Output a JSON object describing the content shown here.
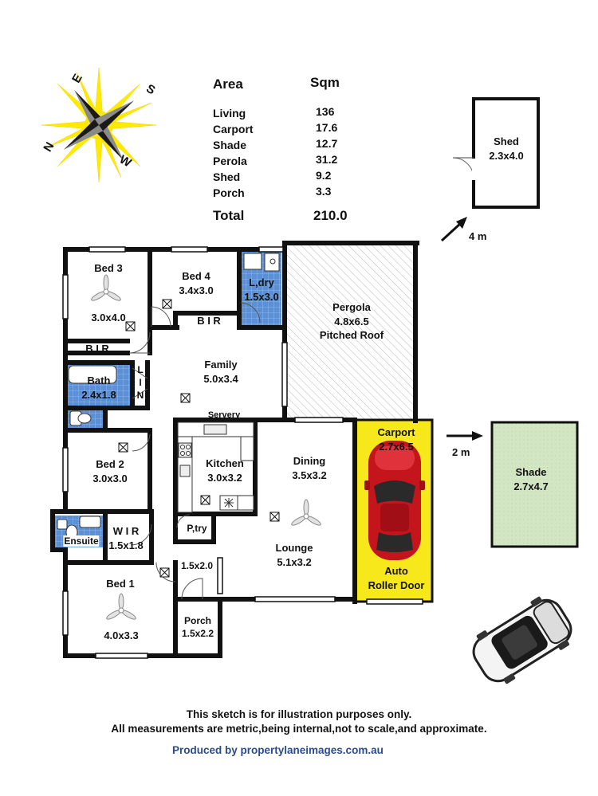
{
  "area_table": {
    "header_area": "Area",
    "header_sqm": "Sqm",
    "rows": [
      {
        "label": "Living",
        "value": "136"
      },
      {
        "label": "Carport",
        "value": "17.6"
      },
      {
        "label": "Shade",
        "value": "12.7"
      },
      {
        "label": "Perola",
        "value": "31.2"
      },
      {
        "label": "Shed",
        "value": "9.2"
      },
      {
        "label": "Porch",
        "value": "3.3"
      }
    ],
    "total_label": "Total",
    "total_value": "210.0"
  },
  "compass": {
    "n": "N",
    "e": "E",
    "s": "S",
    "w": "W"
  },
  "rooms": {
    "bed3": {
      "name": "Bed 3",
      "size": "3.0x4.0"
    },
    "bed4": {
      "name": "Bed 4",
      "size": "3.4x3.0"
    },
    "ldry": {
      "name": "L,dry",
      "size": "1.5x3.0"
    },
    "bir_a": "B I R",
    "bir_b": "B I R",
    "pergola": {
      "name": "Pergola",
      "size": "4.8x6.5",
      "note": "Pitched Roof"
    },
    "family": {
      "name": "Family",
      "size": "5.0x3.4"
    },
    "bath": {
      "name": "Bath",
      "size": "2.4x1.8"
    },
    "lin": "L I N",
    "servery": "Servery",
    "kitchen": {
      "name": "Kitchen",
      "size": "3.0x3.2"
    },
    "bed2": {
      "name": "Bed 2",
      "size": "3.0x3.0"
    },
    "dining": {
      "name": "Dining",
      "size": "3.5x3.2"
    },
    "carport": {
      "name": "Carport",
      "size": "2.7x6.5"
    },
    "ptry": "P,try",
    "wir": {
      "name": "W I R",
      "size": "1.5x1.8"
    },
    "ensuite": "Ensuite",
    "lounge": {
      "name": "Lounge",
      "size": "5.1x3.2"
    },
    "entry": "1.5x2.0",
    "bed1": {
      "name": "Bed 1",
      "size": "4.0x3.3"
    },
    "porch": {
      "name": "Porch",
      "size": "1.5x2.2"
    },
    "auto": "Auto",
    "roller": "Roller Door",
    "shed": {
      "name": "Shed",
      "size": "2.3x4.0"
    },
    "shade": {
      "name": "Shade",
      "size": "2.7x4.7"
    }
  },
  "distances": {
    "shed": "4 m",
    "shade": "2 m"
  },
  "footer": {
    "line1": "This sketch is for illustration purposes only.",
    "line2": "All measurements are metric,being internal,not to scale,and approximate.",
    "credit": "Produced by propertylaneimages.com.au"
  },
  "colors": {
    "wall": "#111111",
    "tile": "#5b8fd6",
    "carport_fill": "#f6e81a",
    "shade_fill": "#d3e6c4",
    "car_red": "#c4141c",
    "credit": "#2b4c8c"
  }
}
